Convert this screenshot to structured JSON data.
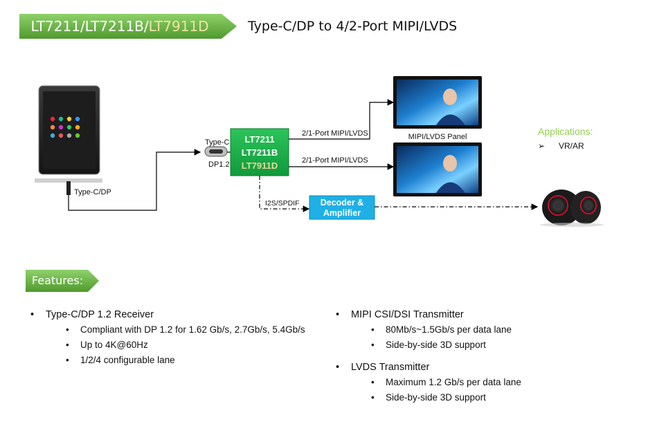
{
  "header": {
    "title_parts": [
      "LT7211/LT7211B/",
      "LT7911D"
    ],
    "subtitle": "Type-C/DP to 4/2-Port MIPI/LVDS"
  },
  "diagram": {
    "source_label": "Type-C/DP",
    "port_label_top": "Type-C",
    "port_label_bottom": "DP1.2",
    "chip_lines": [
      "LT7211",
      "LT7211B",
      "LT7911D"
    ],
    "link_top": "2/1-Port MIPI/LVDS",
    "link_bottom": "2/1-Port MIPI/LVDS",
    "panel_label": "MIPI/LVDS Panel",
    "audio_link": "I2S/SPDIF",
    "decoder_lines": [
      "Decoder &",
      "Amplifier"
    ]
  },
  "applications": {
    "title": "Applications:",
    "items": [
      "VR/AR"
    ]
  },
  "features": {
    "banner": "Features:",
    "left": [
      {
        "title": "Type-C/DP 1.2 Receiver",
        "items": [
          "Compliant with DP 1.2 for 1.62 Gb/s, 2.7Gb/s, 5.4Gb/s",
          "Up to 4K@60Hz",
          "1/2/4 configurable lane"
        ]
      }
    ],
    "right": [
      {
        "title": "MIPI CSI/DSI Transmitter",
        "items": [
          "80Mb/s~1.5Gb/s per data lane",
          "Side-by-side 3D support"
        ]
      },
      {
        "title": "LVDS Transmitter",
        "items": [
          "Maximum 1.2 Gb/s per data lane",
          "Side-by-side 3D support"
        ]
      }
    ]
  },
  "colors": {
    "banner_green": "#70ad47",
    "chip_green": "#19b04a",
    "decoder_blue": "#1fb0e6",
    "applications_green": "#92d050"
  }
}
